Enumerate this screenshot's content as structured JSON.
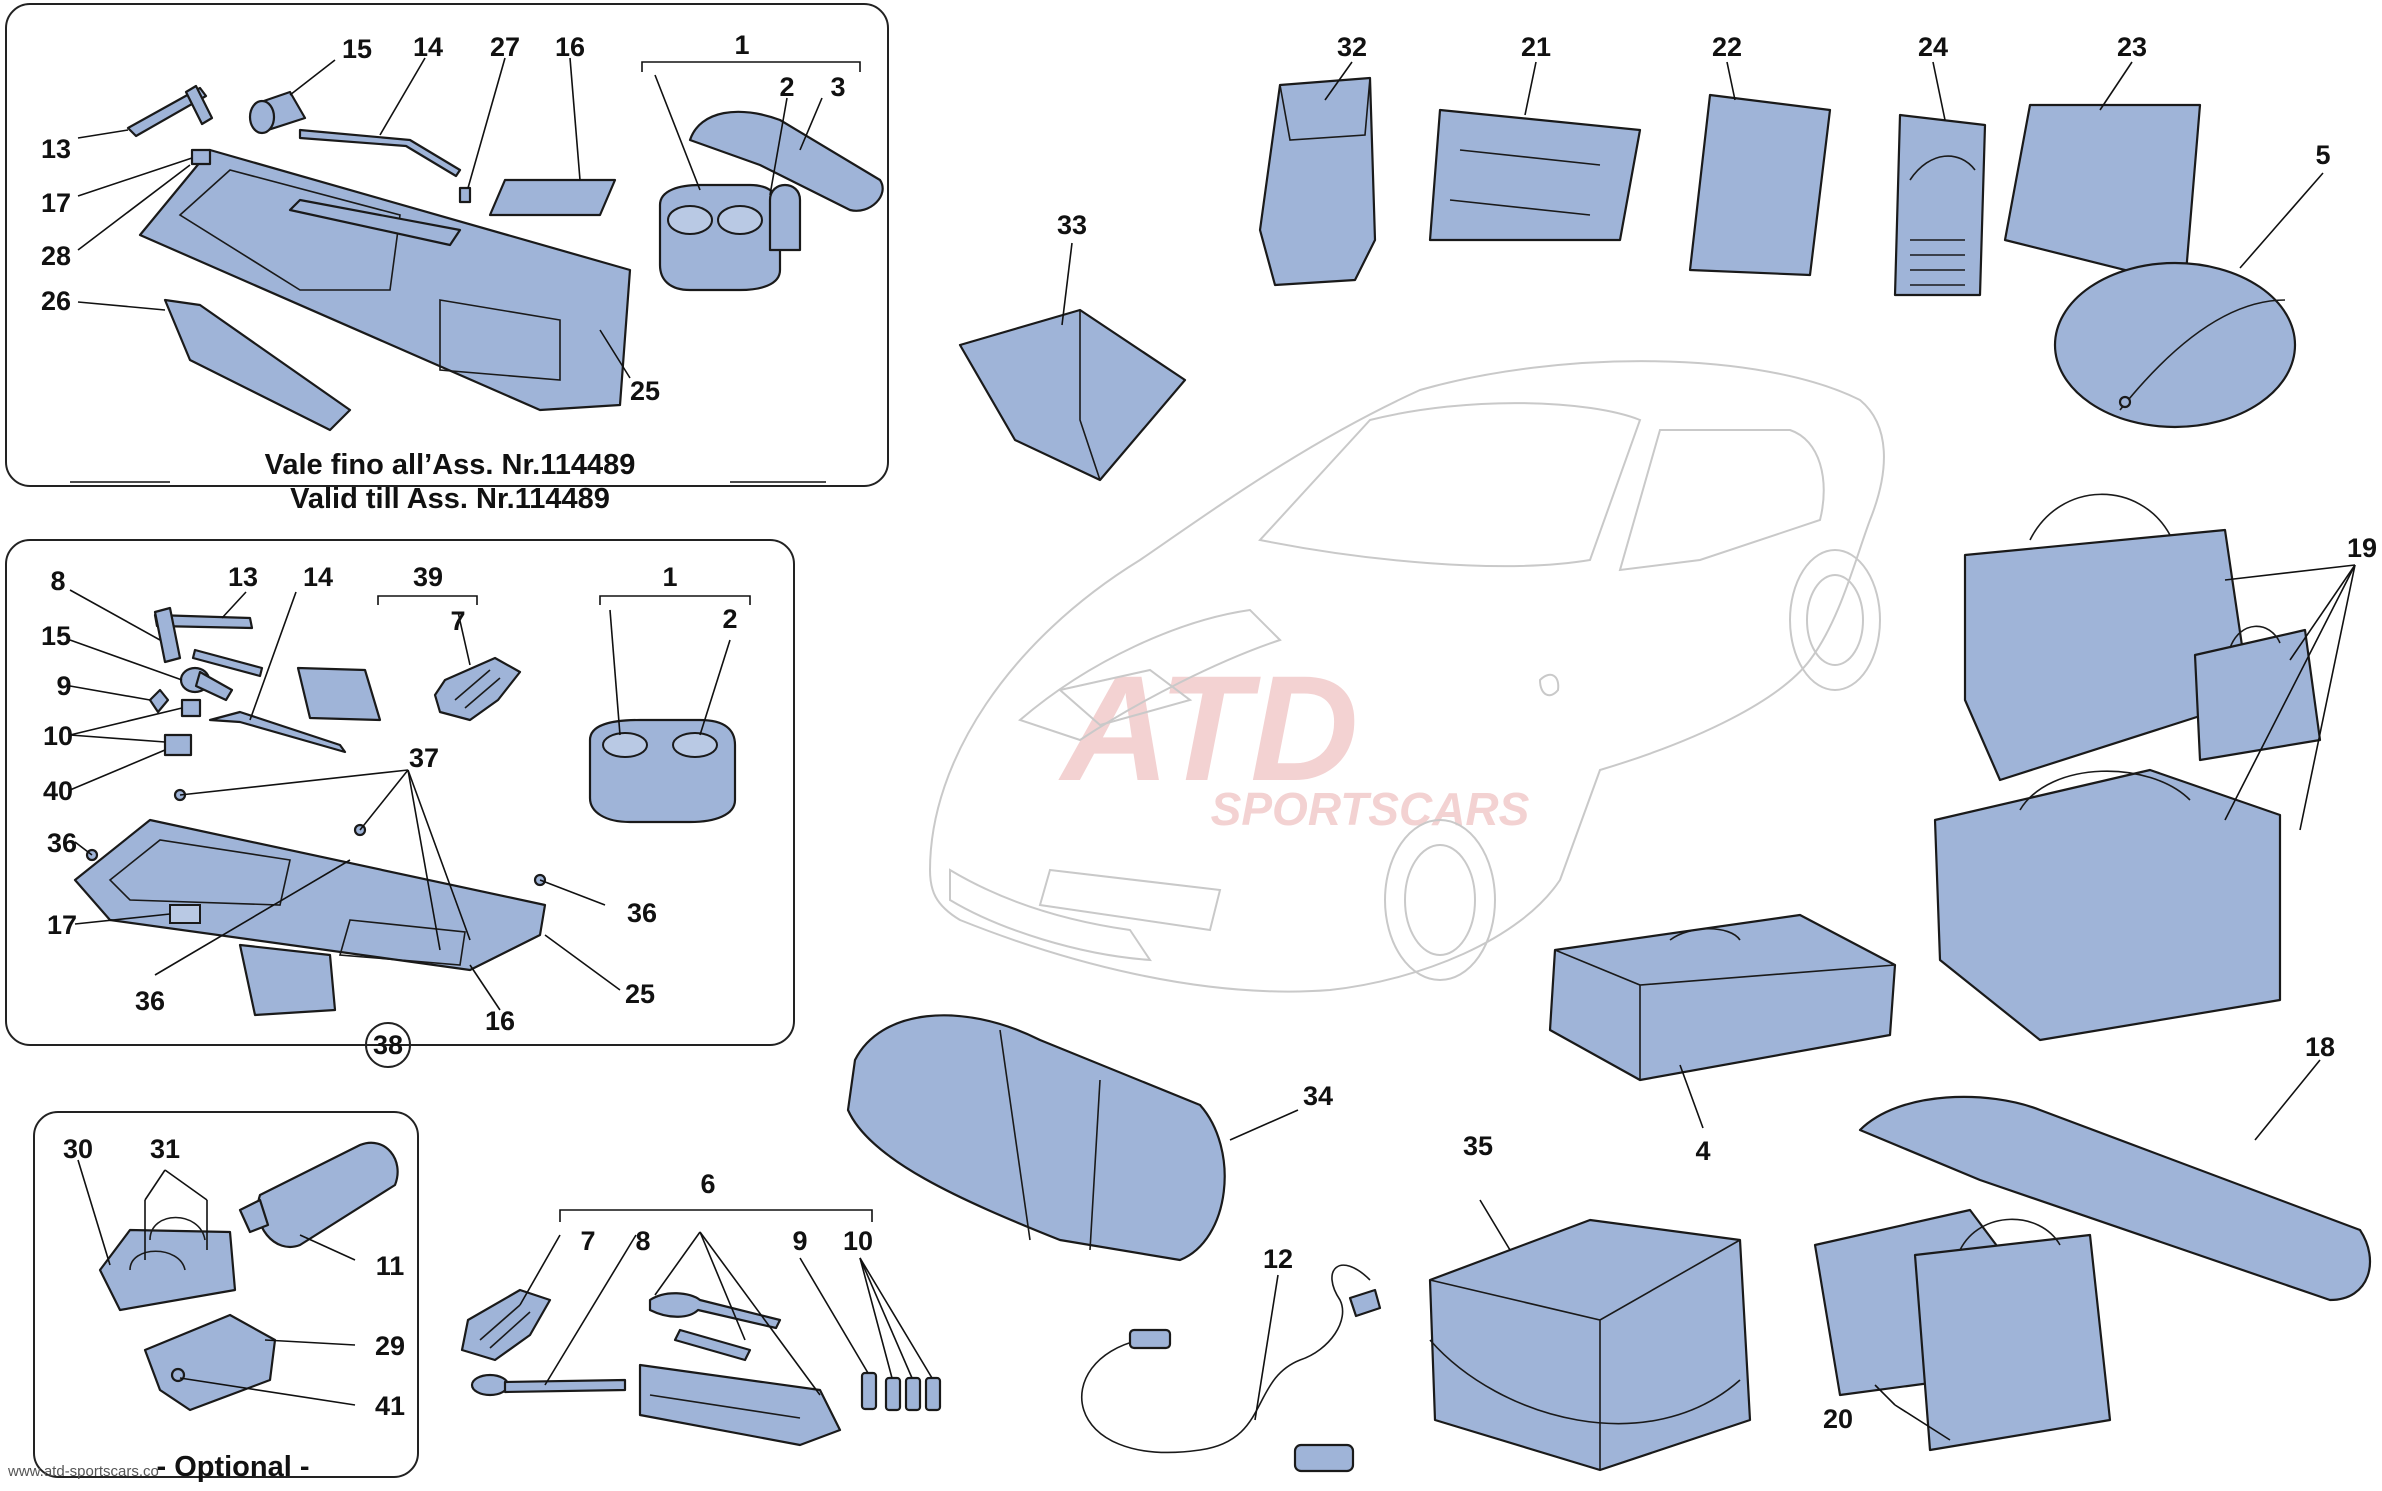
{
  "panels": {
    "top_left": {
      "validity_line_1": "Vale fino all’Ass. Nr.114489",
      "validity_line_2": "Valid till Ass. Nr.114489",
      "callouts": [
        "15",
        "14",
        "27",
        "16",
        "1",
        "2",
        "3",
        "13",
        "17",
        "28",
        "26",
        "25"
      ]
    },
    "middle_left": {
      "callouts": [
        "13",
        "14",
        "39",
        "7",
        "1",
        "2",
        "8",
        "15",
        "9",
        "10",
        "40",
        "37",
        "36",
        "36",
        "17",
        "36",
        "16",
        "25"
      ],
      "group_marker": "38"
    },
    "bottom_left": {
      "callouts": [
        "30",
        "31",
        "11",
        "29",
        "41"
      ],
      "caption": "- Optional -"
    }
  },
  "main_callouts": [
    "32",
    "21",
    "22",
    "24",
    "23",
    "33",
    "5",
    "19",
    "18",
    "20",
    "4",
    "34",
    "35",
    "12",
    "6",
    "7",
    "8",
    "9",
    "10"
  ],
  "watermark": {
    "url": "www.atd-sportscars.co",
    "logo_text": "ATD",
    "logo_subtext": "SPORTSCARS"
  },
  "colors": {
    "part_fill": "#9fb4d8",
    "outline": "#1a1a1a",
    "car_outline": "#c9c9c9",
    "watermark": "#f3d2d2"
  }
}
